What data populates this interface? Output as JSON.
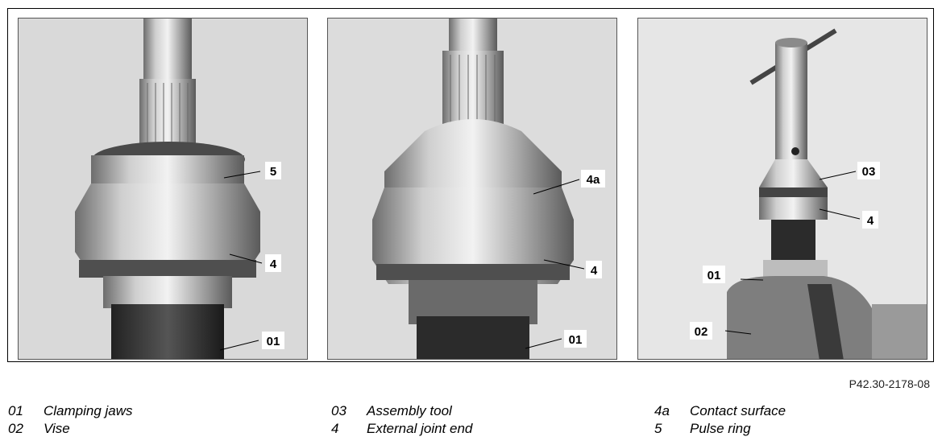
{
  "figure_ref": "P42.30-2178-08",
  "panels": [
    {
      "callouts": [
        "5",
        "4",
        "01"
      ]
    },
    {
      "callouts": [
        "4a",
        "4",
        "01"
      ]
    },
    {
      "callouts": [
        "03",
        "4",
        "01",
        "02"
      ]
    }
  ],
  "legend": [
    {
      "number": "01",
      "label": "Clamping jaws"
    },
    {
      "number": "02",
      "label": "Vise"
    },
    {
      "number": "03",
      "label": "Assembly tool"
    },
    {
      "number": "4",
      "label": "External joint end"
    },
    {
      "number": "4a",
      "label": "Contact surface"
    },
    {
      "number": "5",
      "label": "Pulse ring"
    }
  ]
}
